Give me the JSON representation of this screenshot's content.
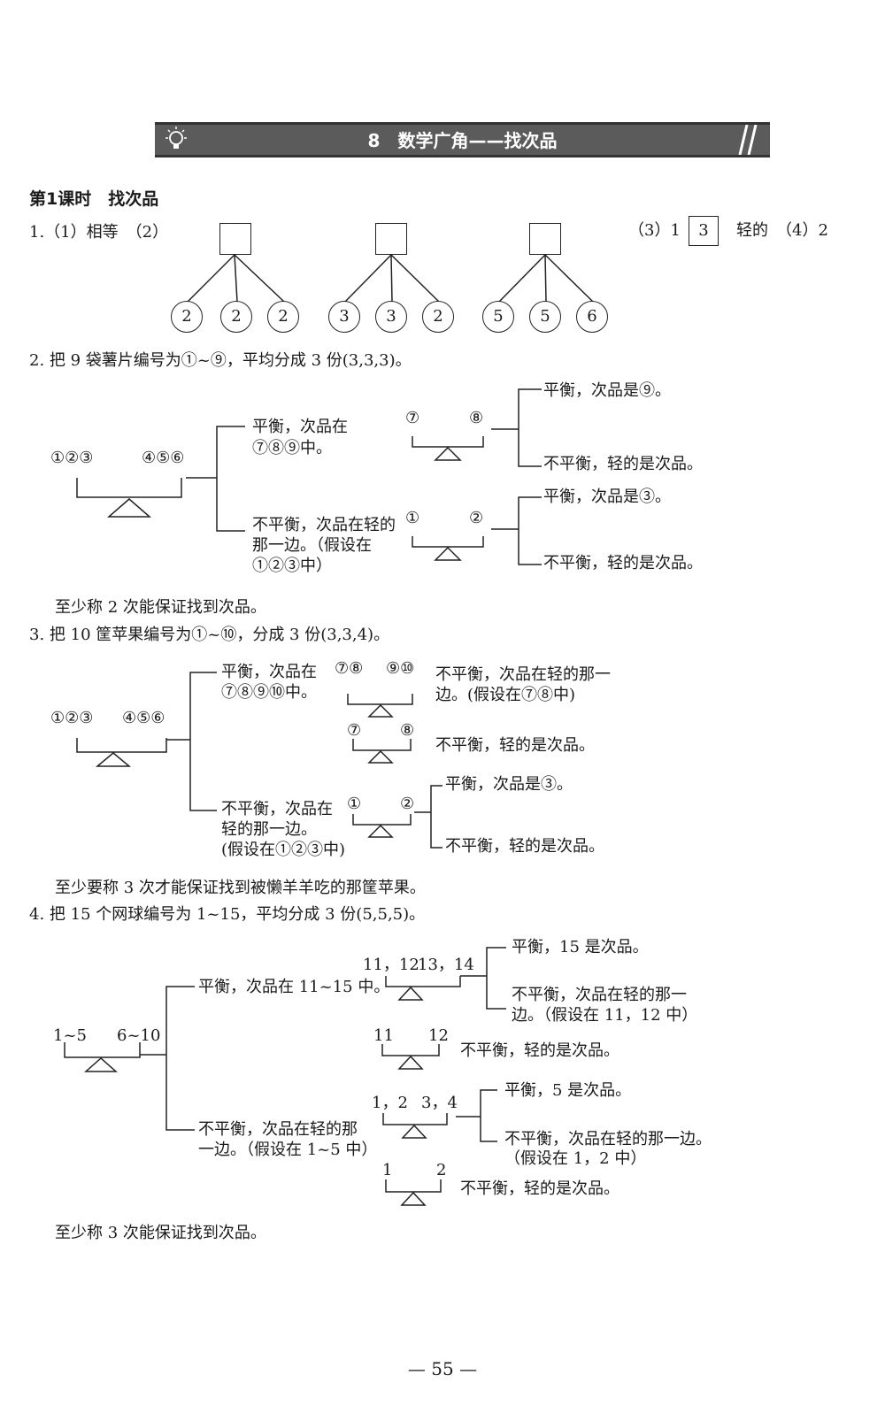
{
  "header": {
    "title": "8　数学广角——找次品"
  },
  "lesson": {
    "title": "第1课时　找次品"
  },
  "q1": {
    "lead": "1.（1）相等　（2）",
    "groups": [
      [
        "2",
        "2",
        "2"
      ],
      [
        "3",
        "3",
        "2"
      ],
      [
        "5",
        "5",
        "6"
      ]
    ],
    "tail_a": "（3）1",
    "box_value": "3",
    "tail_b": "轻的　（4）2"
  },
  "q2": {
    "intro": "2. 把 9 袋薯片编号为①~⑨，平均分成 3 份(3,3,3)。",
    "left_a": "①②③",
    "left_b": "④⑤⑥",
    "bal_text_1": "平衡，次品在",
    "bal_text_2": "⑦⑧⑨中。",
    "unbal_text_1": "不平衡，次品在轻的",
    "unbal_text_2": "那一边。（假设在",
    "unbal_text_3": "①②③中）",
    "s1_a": "⑦",
    "s1_b": "⑧",
    "s1_r1": "平衡，次品是⑨。",
    "s1_r2": "不平衡，轻的是次品。",
    "s2_a": "①",
    "s2_b": "②",
    "s2_r1": "平衡，次品是③。",
    "s2_r2": "不平衡，轻的是次品。",
    "conclusion": "至少称 2 次能保证找到次品。"
  },
  "q3": {
    "intro": "3. 把 10 筐苹果编号为①~⑩，分成 3 份(3,3,4)。",
    "left_a": "①②③",
    "left_b": "④⑤⑥",
    "bal_text_1": "平衡，次品在",
    "bal_text_2": "⑦⑧⑨⑩中。",
    "unbal_text_1": "不平衡，次品在",
    "unbal_text_2": "轻的那一边。",
    "unbal_text_3": "(假设在①②③中)",
    "s1_a": "⑦⑧",
    "s1_b": "⑨⑩",
    "s1_r1": "不平衡，次品在轻的那一",
    "s1_r2": "边。(假设在⑦⑧中)",
    "s2_a": "⑦",
    "s2_b": "⑧",
    "s2_r": "不平衡，轻的是次品。",
    "s3_a": "①",
    "s3_b": "②",
    "s3_r1": "平衡，次品是③。",
    "s3_r2": "不平衡，轻的是次品。",
    "conclusion": "至少要称 3 次才能保证找到被懒羊羊吃的那筐苹果。"
  },
  "q4": {
    "intro": "4. 把 15 个网球编号为 1~15，平均分成 3 份(5,5,5)。",
    "left_a": "1~5",
    "left_b": "6~10",
    "bal_text": "平衡，次品在 11~15 中。",
    "unbal_text_1": "不平衡，次品在轻的那",
    "unbal_text_2": "一边。（假设在 1~5 中）",
    "s1_a": "11，12",
    "s1_b": "13，14",
    "s1_r1": "平衡，15 是次品。",
    "s1_r2": "不平衡，次品在轻的那一",
    "s1_r3": "边。（假设在 11，12 中）",
    "s2_a": "11",
    "s2_b": "12",
    "s2_r": "不平衡，轻的是次品。",
    "s3_a": "1，2",
    "s3_b": "3，4",
    "s3_r1": "平衡，5 是次品。",
    "s3_r2": "不平衡，次品在轻的那一边。",
    "s3_r3": "（假设在 1，2 中）",
    "s4_a": "1",
    "s4_b": "2",
    "s4_r": "不平衡，轻的是次品。",
    "conclusion": "至少称 3 次能保证找到次品。"
  },
  "footer": {
    "page_number": "— 55 —"
  }
}
